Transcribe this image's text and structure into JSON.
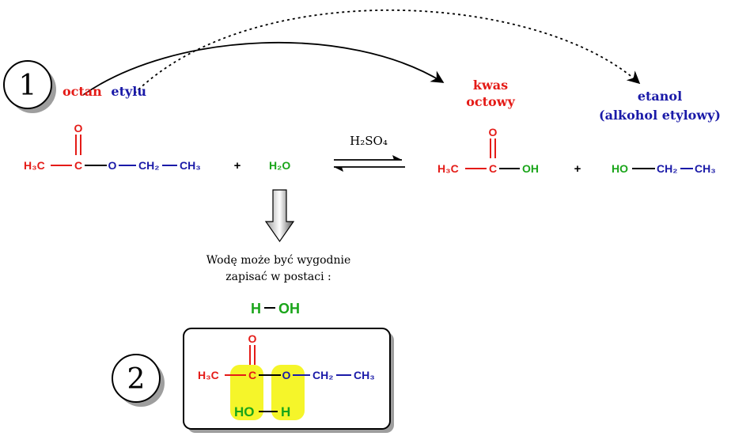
{
  "colors": {
    "red": "#e41b17",
    "blue": "#1a1aa8",
    "green": "#1aa51a",
    "yellow": "#f5f52a",
    "black": "#000000"
  },
  "step1": {
    "number": "1",
    "name_part1": "octan",
    "name_part2": "etylu"
  },
  "step2": {
    "number": "2"
  },
  "products": {
    "acid_line1": "kwas",
    "acid_line2": "octowy",
    "alcohol_line1": "etanol",
    "alcohol_line2": "(alkohol etylowy)"
  },
  "ester": {
    "h3c": "H₃C",
    "c": "C",
    "o_top": "O",
    "o_link": "O",
    "ch2": "CH₂",
    "ch3": "CH₃"
  },
  "water": {
    "formula": "H₂O",
    "plus": "+"
  },
  "catalyst": {
    "text": "H₂SO₄"
  },
  "acid": {
    "h3c": "H₃C",
    "c": "C",
    "o_top": "O",
    "oh": "OH",
    "plus": "+"
  },
  "ethanol": {
    "ho": "HO",
    "ch2": "CH₂",
    "ch3": "CH₃"
  },
  "note": {
    "line1": "Wodę może być wygodnie",
    "line2": "zapisać w postaci :"
  },
  "hoh": {
    "h": "H",
    "oh": "OH"
  },
  "box": {
    "h3c": "H₃C",
    "c": "C",
    "o_top": "O",
    "o_link": "O",
    "ch2": "CH₂",
    "ch3": "CH₃",
    "ho": "HO",
    "h": "H"
  }
}
